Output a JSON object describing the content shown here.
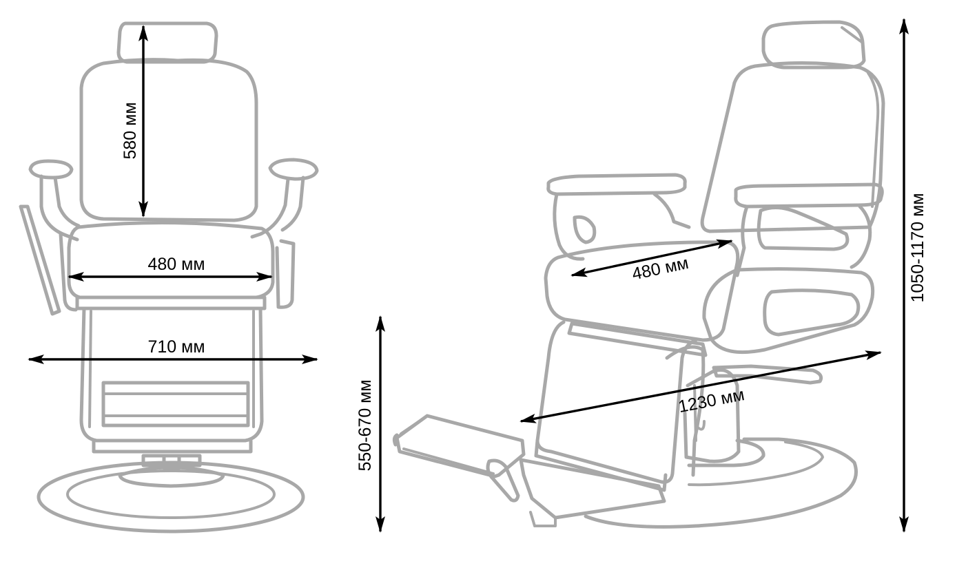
{
  "front_view": {
    "backrest_height": "580 мм",
    "seat_width": "480 мм",
    "overall_width": "710 мм"
  },
  "side_view": {
    "seat_height": "550-670 мм",
    "seat_depth": "480 мм",
    "overall_length": "1230 мм",
    "overall_height": "1050-1170 мм"
  }
}
